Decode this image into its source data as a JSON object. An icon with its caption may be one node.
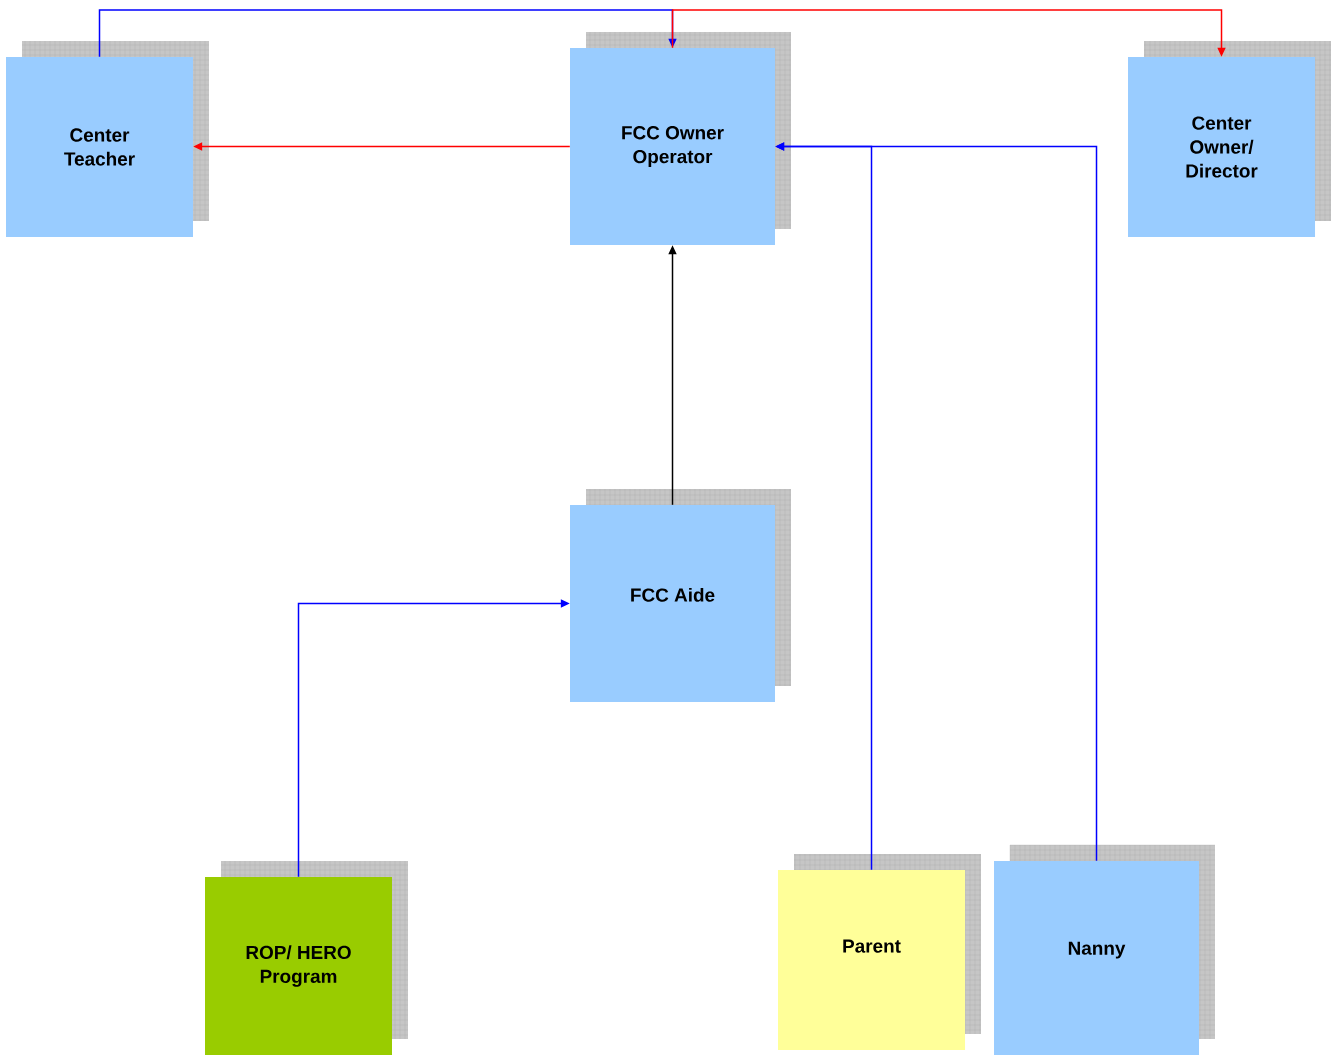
{
  "diagram": {
    "nodes": [
      {
        "text": [
          "Center Teacher"
        ]
      },
      {
        "text": [
          "FCC Owner Operator"
        ]
      },
      {
        "text": [
          "Center Owner/ Director"
        ]
      },
      {
        "text": [
          "FCC Aide"
        ]
      },
      {
        "text": [
          "ROP/ HERO Program"
        ]
      },
      {
        "text": [
          "Parent"
        ]
      },
      {
        "text": [
          "Nanny"
        ]
      }
    ],
    "edges": [
      {
        "from": 0,
        "to": 1,
        "arrow": "to"
      },
      {
        "from": 1,
        "to": 2,
        "arrow": "to",
        "color": "#ff0000"
      },
      {
        "from": 1,
        "to": 0,
        "arrow": "to",
        "color": "#ff0000"
      },
      {
        "from": 3,
        "to": 1,
        "arrow": "to",
        "color": "#000000"
      },
      {
        "from": 4,
        "to": 3,
        "arrow": "to"
      },
      {
        "from": 5,
        "to": 1,
        "arrow": "to"
      },
      {
        "from": 6,
        "to": 1,
        "arrow": "to"
      }
    ]
  }
}
